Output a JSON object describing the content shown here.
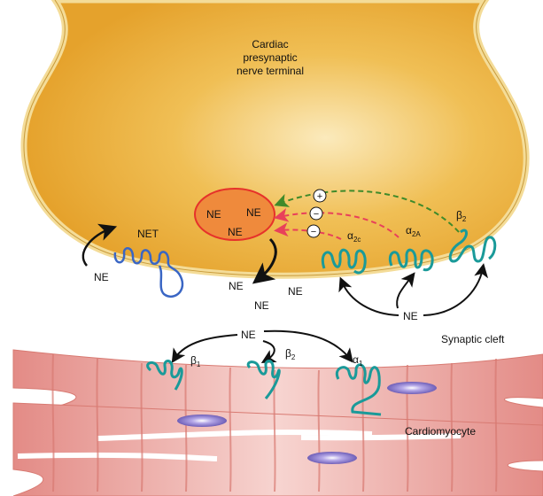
{
  "labels": {
    "terminal": [
      "Cardiac",
      "presynaptic",
      "nerve terminal"
    ],
    "vesicle_ne": [
      "NE",
      "NE",
      "NE"
    ],
    "net": "NET",
    "ne_reuptake": "NE",
    "cleft_ne": [
      "NE",
      "NE",
      "NE"
    ],
    "ne_presynaptic": "NE",
    "alpha2c": {
      "base": "α",
      "sub": "2c"
    },
    "alpha2a": {
      "base": "α",
      "sub": "2A"
    },
    "beta2_pre": {
      "base": "β",
      "sub": "2"
    },
    "plus": "+",
    "minus1": "−",
    "minus2": "−",
    "ne_post": "NE",
    "beta1": {
      "base": "β",
      "sub": "1"
    },
    "beta2_post": {
      "base": "β",
      "sub": "2"
    },
    "alpha1": {
      "base": "α",
      "sub": "1"
    },
    "synaptic_cleft": "Synaptic cleft",
    "cardiomyocyte": "Cardiomyocyte"
  },
  "colors": {
    "terminal_fill": "#e9a630",
    "terminal_center": "#fbe9b8",
    "vesicle_fill": "#ef8a3c",
    "vesicle_stroke": "#e6322a",
    "receptor": "#1a9a99",
    "net": "#3a66c4",
    "stimulatory": "#3f8a2a",
    "inhibitory": "#e8405a",
    "muscle": "#e99a95",
    "nucleus": "#8a7ad0"
  }
}
